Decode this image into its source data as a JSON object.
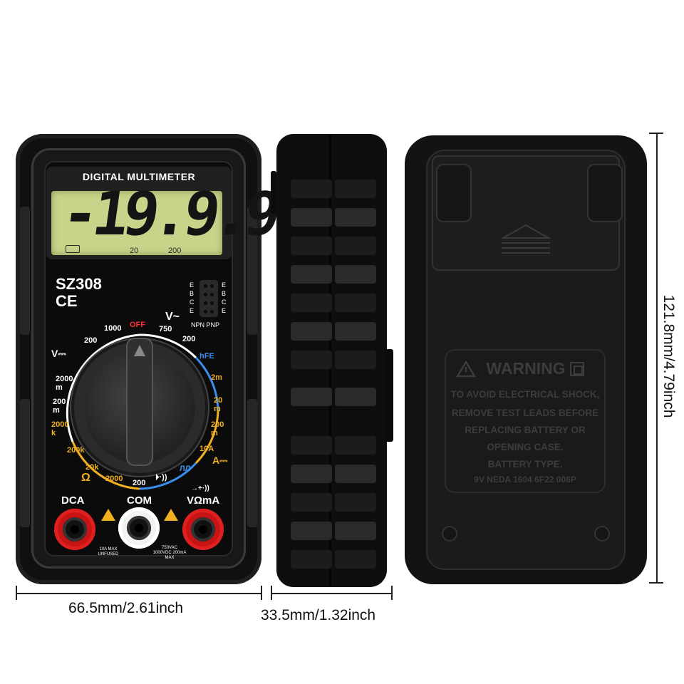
{
  "front": {
    "title": "DIGITAL MULTIMETER",
    "display_value": "-19.9.9",
    "lcd_small_left": "20",
    "lcd_small_right": "200",
    "model": "SZ308",
    "certification": "CE",
    "hfe_left": "E\nB\nC\nE",
    "hfe_right": "E\nB\nC\nE",
    "hfe_types": "NPN PNP",
    "dial": {
      "off": "OFF",
      "v_ac": "V~",
      "v_dc": "V⎓",
      "hfe": "hFE",
      "amp": "A⎓",
      "ohm": "Ω",
      "continuity": "⏵·))",
      "square": "ЛЛ",
      "labels_white": [
        "1000",
        "750",
        "200",
        "200",
        "2000 m",
        "200 m",
        "200"
      ],
      "labels_yellow": [
        "2000 k",
        "200k",
        "20k",
        "2000",
        "200",
        "2m",
        "20 m",
        "200 m",
        "10A"
      ]
    },
    "jacks": {
      "left_label": "DCA",
      "mid_label": "COM",
      "right_label": "VΩmA",
      "right_symbol": "→+·))",
      "note_left": "10A MAX\nUNFUSED",
      "note_right": "750VAC\n1000VDC 200mA\nMAX"
    }
  },
  "back": {
    "warning_title": "WARNING",
    "warning_lines": [
      "TO AVOID ELECTRICAL SHOCK,",
      "REMOVE TEST LEADS BEFORE",
      "REPLACING BATTERY OR",
      "OPENING CASE.",
      "BATTERY TYPE.",
      "9V NEDA 1604 6F22 006P"
    ]
  },
  "dimensions": {
    "width": "66.5mm/2.61inch",
    "depth": "33.5mm/1.32inch",
    "height": "121.8mm/4.79inch"
  }
}
